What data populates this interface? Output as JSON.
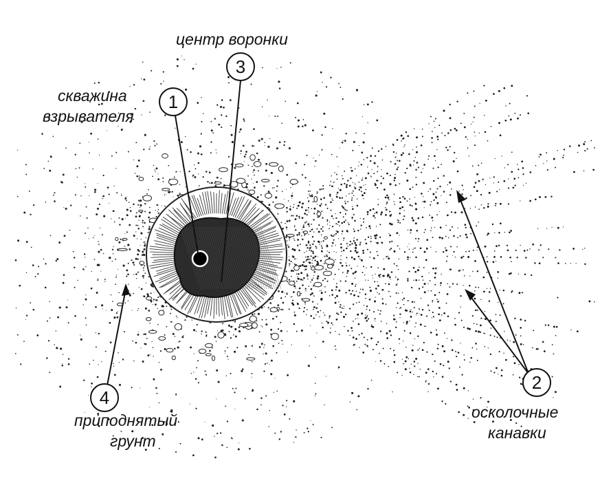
{
  "labels": {
    "crater_center": "центр воронки",
    "detonator_well_line1": "скважина",
    "detonator_well_line2": "взрывателя",
    "raised_ground_line1": "приподнятый",
    "raised_ground_line2": "грунт",
    "fragment_grooves_line1": "осколочные",
    "fragment_grooves_line2": "канавки"
  },
  "markers": {
    "well": "1",
    "grooves": "2",
    "center": "3",
    "raised": "4"
  }
}
